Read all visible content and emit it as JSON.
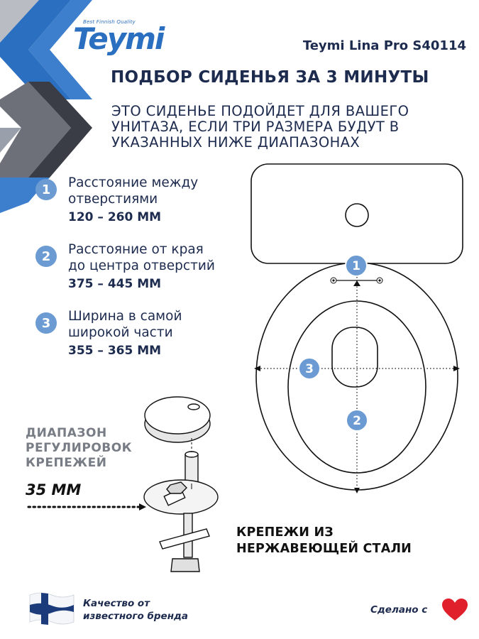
{
  "brand": {
    "name": "Teymi",
    "tagline": "Best Finnish Quality"
  },
  "model": "Teymi Lina Pro S40114",
  "headline": "ПОДБОР СИДЕНЬЯ ЗА 3 МИНУТЫ",
  "intro": [
    "ЭТО СИДЕНЬЕ ПОДОЙДЕТ ДЛЯ ВАШЕГО",
    "УНИТАЗА, ЕСЛИ ТРИ РАЗМЕРА БУДУТ В",
    "УКАЗАННЫХ НИЖЕ ДИАПАЗОНАХ"
  ],
  "specs": [
    {
      "num": "1",
      "line1": "Расстояние между",
      "line2": "отверстиями",
      "value": "120 – 260 ММ"
    },
    {
      "num": "2",
      "line1": "Расстояние от края",
      "line2": "до центра  отверстий",
      "value": "375 – 445 ММ"
    },
    {
      "num": "3",
      "line1": "Ширина в самой",
      "line2": "широкой части",
      "value": "355 – 365 ММ"
    }
  ],
  "diagram_markers": [
    "1",
    "2",
    "3"
  ],
  "range": {
    "title": [
      "ДИАПАЗОН",
      "РЕГУЛИРОВОК",
      "КРЕПЕЖЕЙ"
    ],
    "value": "35 ММ"
  },
  "steel": [
    "КРЕПЕЖИ ИЗ",
    "НЕРЖАВЕЮЩЕЙ СТАЛИ"
  ],
  "quality": [
    "Качество от",
    "известного бренда"
  ],
  "made_with": "Сделано с",
  "icons": {
    "logo": "teymi-logo",
    "flag": "finland-flag-icon",
    "heart": "heart-icon",
    "decor": "chevron-decor"
  },
  "colors": {
    "navy": "#1d2b4f",
    "accent_blue": "#2a6fc0",
    "marker_blue": "#6b9bd2",
    "heart_red": "#e0202a",
    "range_gray": "#777c85"
  }
}
